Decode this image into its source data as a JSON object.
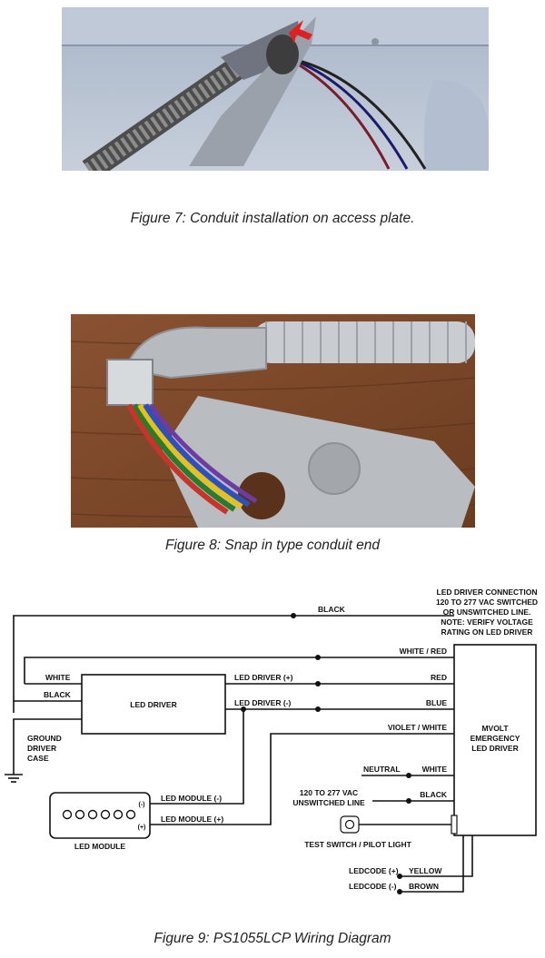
{
  "figures": {
    "fig7_caption": "Figure 7: Conduit installation on access plate.",
    "fig8_caption": "Figure 8: Snap in type conduit end",
    "fig9_caption": "Figure 9: PS1055LCP Wiring Diagram"
  },
  "diagram": {
    "note": {
      "line1": "LED DRIVER CONNECTION",
      "line2": "120 TO 277 VAC SWITCHED",
      "line3": "OR UNSWITCHED LINE.",
      "line4": "NOTE: VERIFY VOLTAGE",
      "line5": "RATING ON LED DRIVER"
    },
    "wire_black_top": "BLACK",
    "wire_white_red": "WHITE / RED",
    "wire_white": "WHITE",
    "wire_black_left": "BLACK",
    "led_driver_plus": "LED DRIVER (+)",
    "led_driver_minus": "LED DRIVER (-)",
    "wire_red": "RED",
    "wire_blue": "BLUE",
    "wire_violet_white": "VIOLET / WHITE",
    "led_driver_box": "LED DRIVER",
    "ground": {
      "line1": "GROUND",
      "line2": "DRIVER",
      "line3": "CASE"
    },
    "mvolt": {
      "line1": "MVOLT",
      "line2": "EMERGENCY",
      "line3": "LED DRIVER"
    },
    "neutral": "NEUTRAL",
    "wire_white_neutral": "WHITE",
    "unswitched": {
      "line1": "120 TO 277 VAC",
      "line2": "UNSWITCHED LINE"
    },
    "wire_black_unswitched": "BLACK",
    "test_switch": "TEST SWITCH / PILOT LIGHT",
    "led_module_minus": "LED MODULE (-)",
    "led_module_plus": "LED MODULE (+)",
    "module_minus_sign": "(-)",
    "module_plus_sign": "(+)",
    "led_module_label": "LED MODULE",
    "ledcode_plus": "LEDCODE (+)",
    "ledcode_minus": "LEDCODE (-)",
    "wire_yellow": "YELLOW",
    "wire_brown": "BROWN"
  }
}
